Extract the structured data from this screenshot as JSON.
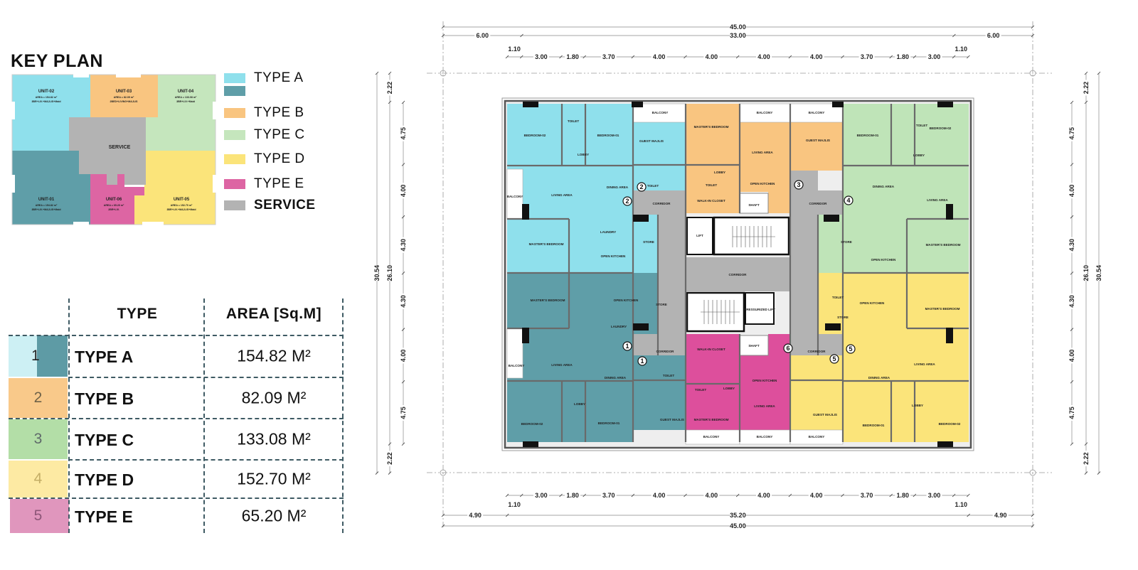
{
  "key_plan": {
    "title": "KEY PLAN",
    "service_label": "SERVICE",
    "units": [
      {
        "name": "UNIT-02",
        "area": "AREA = 154.82 m²",
        "program": "3BR+LIV.+MAJLIS+Maid"
      },
      {
        "name": "UNIT-03",
        "area": "AREA = 82.09 m²",
        "program": "2BED+LIVING+MAJLIS"
      },
      {
        "name": "UNIT-04",
        "area": "AREA = 133.08 m²",
        "program": "3BR+LIV.+Maid"
      },
      {
        "name": "UNIT-01",
        "area": "AREA = 154.82 m²",
        "program": "3BR+LIV.+MAJLIS+Maid"
      },
      {
        "name": "UNIT-06",
        "area": "AREA = 65.20 m²",
        "program": "2BR+LIV."
      },
      {
        "name": "UNIT-05",
        "area": "AREA = 152.70 m²",
        "program": "3BR+LIV.+MAJLIS+Maid"
      }
    ]
  },
  "legend": [
    {
      "label": "TYPE A",
      "colors": [
        "#8fe0ec",
        "#5f9ea8"
      ]
    },
    {
      "label": "TYPE B",
      "colors": [
        "#f9c580"
      ]
    },
    {
      "label": "TYPE C",
      "colors": [
        "#bfe4b8"
      ]
    },
    {
      "label": "TYPE D",
      "colors": [
        "#fbe47a"
      ]
    },
    {
      "label": "TYPE E",
      "colors": [
        "#dd65a3"
      ]
    },
    {
      "label": "SERVICE",
      "colors": [
        "#b3b3b3"
      ]
    }
  ],
  "table": {
    "headers": {
      "type": "TYPE",
      "area": "AREA [Sq.M]"
    },
    "rows": [
      {
        "num": "1",
        "type": "TYPE A",
        "area": "154.82 M²"
      },
      {
        "num": "2",
        "type": "TYPE B",
        "area": "82.09 M²"
      },
      {
        "num": "3",
        "type": "TYPE C",
        "area": "133.08 M²"
      },
      {
        "num": "4",
        "type": "TYPE D",
        "area": "152.70 M²"
      },
      {
        "num": "5",
        "type": "TYPE E",
        "area": "65.20 M²"
      }
    ]
  },
  "dimensions": {
    "top_overall": [
      "45.00"
    ],
    "top_row2": [
      "6.00",
      "33.00",
      "6.00"
    ],
    "top_row3": [
      "1.10",
      "3.00",
      "1.80",
      "3.70",
      "4.00",
      "4.00",
      "4.00",
      "4.00",
      "3.70",
      "1.80",
      "3.00",
      "1.10"
    ],
    "bottom_row3": [
      "1.10",
      "3.00",
      "1.80",
      "3.70",
      "4.00",
      "4.00",
      "4.00",
      "4.00",
      "3.70",
      "1.80",
      "3.00",
      "1.10"
    ],
    "bottom_row2": [
      "4.90",
      "35.20",
      "4.90"
    ],
    "bottom_overall": [
      "45.00"
    ],
    "side_overall": [
      "30.54"
    ],
    "side_row2": [
      "2.22",
      "26.10",
      "2.22"
    ],
    "side_row3": [
      "4.75",
      "4.00",
      "4.30",
      "4.30",
      "4.00",
      "4.75"
    ]
  },
  "rooms": [
    "BEDROOM-02",
    "TOILET",
    "BEDROOM-01",
    "LOBBY",
    "GUEST MAJLIS",
    "BALCONY",
    "BALCONY",
    "LIVING AREA",
    "DINING AREA",
    "LAUNDRY",
    "OPEN KITCHEN",
    "MASTER'S BEDROOM",
    "STORE",
    "TOILET",
    "CORRIDOR",
    "MASTER'S BEDROOM",
    "LIVING AREA",
    "GUEST MAJLIS",
    "BALCONY",
    "BALCONY",
    "LOBBY",
    "WALK-IN CLOSET",
    "OPEN KITCHEN",
    "SHAFT",
    "TOILET",
    "BEDROOM-01",
    "BEDROOM-02",
    "TOILET",
    "LOBBY",
    "DINING AREA",
    "LIVING AREA",
    "MASTER'S BEDROOM",
    "OPEN KITCHEN",
    "STORE",
    "CORRIDOR",
    "CORRIDOR",
    "LIFT",
    "PRESSURIZED LIFT",
    "MASTER'S BEDROOM",
    "OPEN KITCHEN",
    "LAUNDRY",
    "STORE",
    "LIVING AREA",
    "DINING AREA",
    "BALCONY",
    "LOBBY",
    "BEDROOM-02",
    "BEDROOM-01",
    "GUEST MAJLIS",
    "TOILET",
    "CORRIDOR",
    "WALK-IN CLOSET",
    "OPEN KITCHEN",
    "LIVING AREA",
    "LOBBY",
    "MASTER'S BEDROOM",
    "TOILET",
    "SHAFT",
    "BALCONY",
    "BALCONY",
    "OPEN KITCHEN",
    "STORE",
    "MASTER'S BEDROOM",
    "LIVING AREA",
    "DINING AREA",
    "GUEST MAJLIS",
    "BEDROOM-01",
    "BEDROOM-02",
    "LOBBY",
    "CORRIDOR",
    "BALCONY",
    "TOILET"
  ],
  "unit_markers": [
    "1",
    "1",
    "2",
    "2",
    "3",
    "4",
    "5",
    "5",
    "6"
  ]
}
